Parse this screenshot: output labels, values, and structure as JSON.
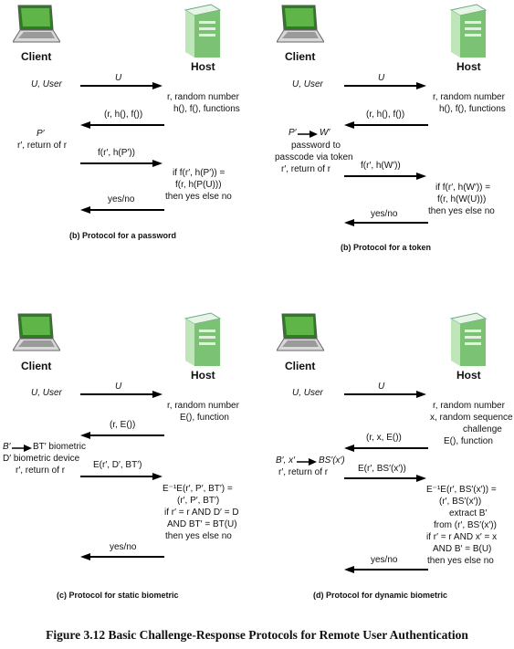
{
  "panels": [
    {
      "client": "Client",
      "host": "Host",
      "client_texts": [
        "U, User",
        "P′",
        "r′, return of r"
      ],
      "host_texts": [
        "r, random number",
        "h(), f(), functions",
        "if f(r′, h(P′)) =",
        "f(r, h(P(U)))",
        "then yes else no"
      ],
      "messages": [
        "U",
        "(r, h(), f())",
        "f(r′, h(P′))",
        "yes/no"
      ],
      "caption": "(b) Protocol for a password"
    },
    {
      "client": "Client",
      "host": "Host",
      "client_texts": [
        "U, User",
        "P′",
        "W′",
        "password to",
        "passcode via token",
        "r′, return of r"
      ],
      "host_texts": [
        "r, random number",
        "h(), f(), functions",
        "if f(r′, h(W′)) =",
        "f(r, h(W(U)))",
        "then yes else no"
      ],
      "messages": [
        "U",
        "(r, h(), f())",
        "f(r′, h(W′))",
        "yes/no"
      ],
      "caption": "(b) Protocol for a token"
    },
    {
      "client": "Client",
      "host": "Host",
      "client_texts": [
        "U, User",
        "B′",
        "BT′ biometric",
        "D′ biometric device",
        "r′, return of r"
      ],
      "host_texts": [
        "r, random number",
        "E(), function",
        "E⁻¹E(r′, P′, BT′) =",
        "(r′, P′, BT′)",
        "if r′ = r AND D′ = D",
        "AND BT′ = BT(U)",
        "then yes else no"
      ],
      "messages": [
        "U",
        "(r, E())",
        "E(r′, D′, BT′)",
        "yes/no"
      ],
      "caption": "(c) Protocol for static biometric"
    },
    {
      "client": "Client",
      "host": "Host",
      "client_texts": [
        "U, User",
        "B′, x′",
        "BS′(x′)",
        "r′, return of r"
      ],
      "host_texts": [
        "r, random number",
        "x, random sequence",
        "challenge",
        "E(), function",
        "E⁻¹E(r′, BS′(x′)) =",
        "(r′, BS′(x′))",
        "extract B′",
        "from (r′, BS′(x′))",
        "if r′ = r AND x′ = x",
        "AND B′ = B(U)",
        "then yes else no"
      ],
      "messages": [
        "U",
        "(r, x, E())",
        "E(r′, BS′(x′))",
        "yes/no"
      ],
      "caption": "(d) Protocol for dynamic biometric"
    }
  ],
  "figure_caption": "Figure 3.12  Basic Challenge-Response Protocols for Remote User Authentication",
  "colors": {
    "laptop_screen": "#3c8f2a",
    "server_body": "#9fd49a",
    "arrow": "#000000"
  },
  "icons": [
    "laptop-icon",
    "server-icon",
    "arrow-right-icon",
    "arrow-left-icon"
  ]
}
